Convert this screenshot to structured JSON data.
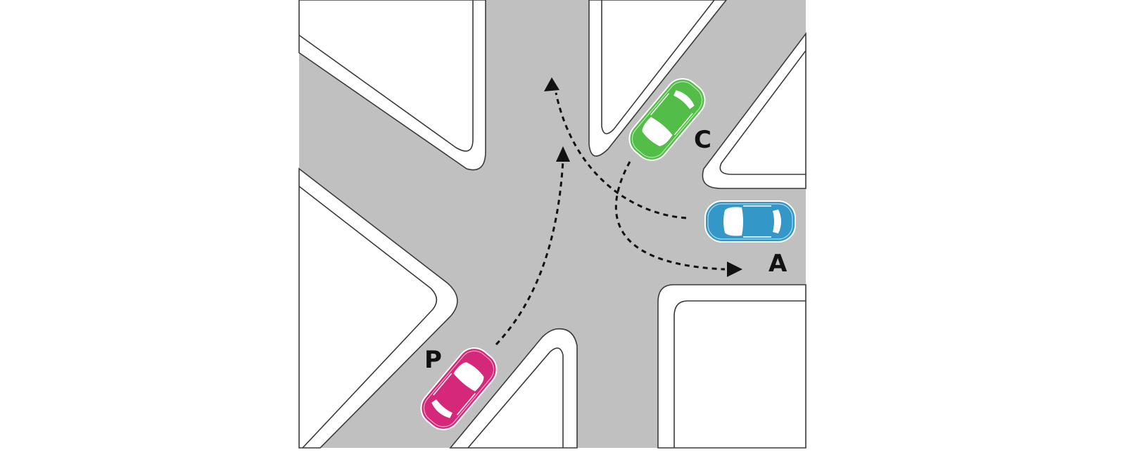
{
  "diagram": {
    "type": "road-intersection",
    "road_color": "#c0c0c0",
    "vehicles": [
      {
        "id": "P",
        "label": "P",
        "color": "#d6287a"
      },
      {
        "id": "C",
        "label": "C",
        "color": "#52bd47"
      },
      {
        "id": "A",
        "label": "A",
        "color": "#3398c8"
      }
    ]
  }
}
